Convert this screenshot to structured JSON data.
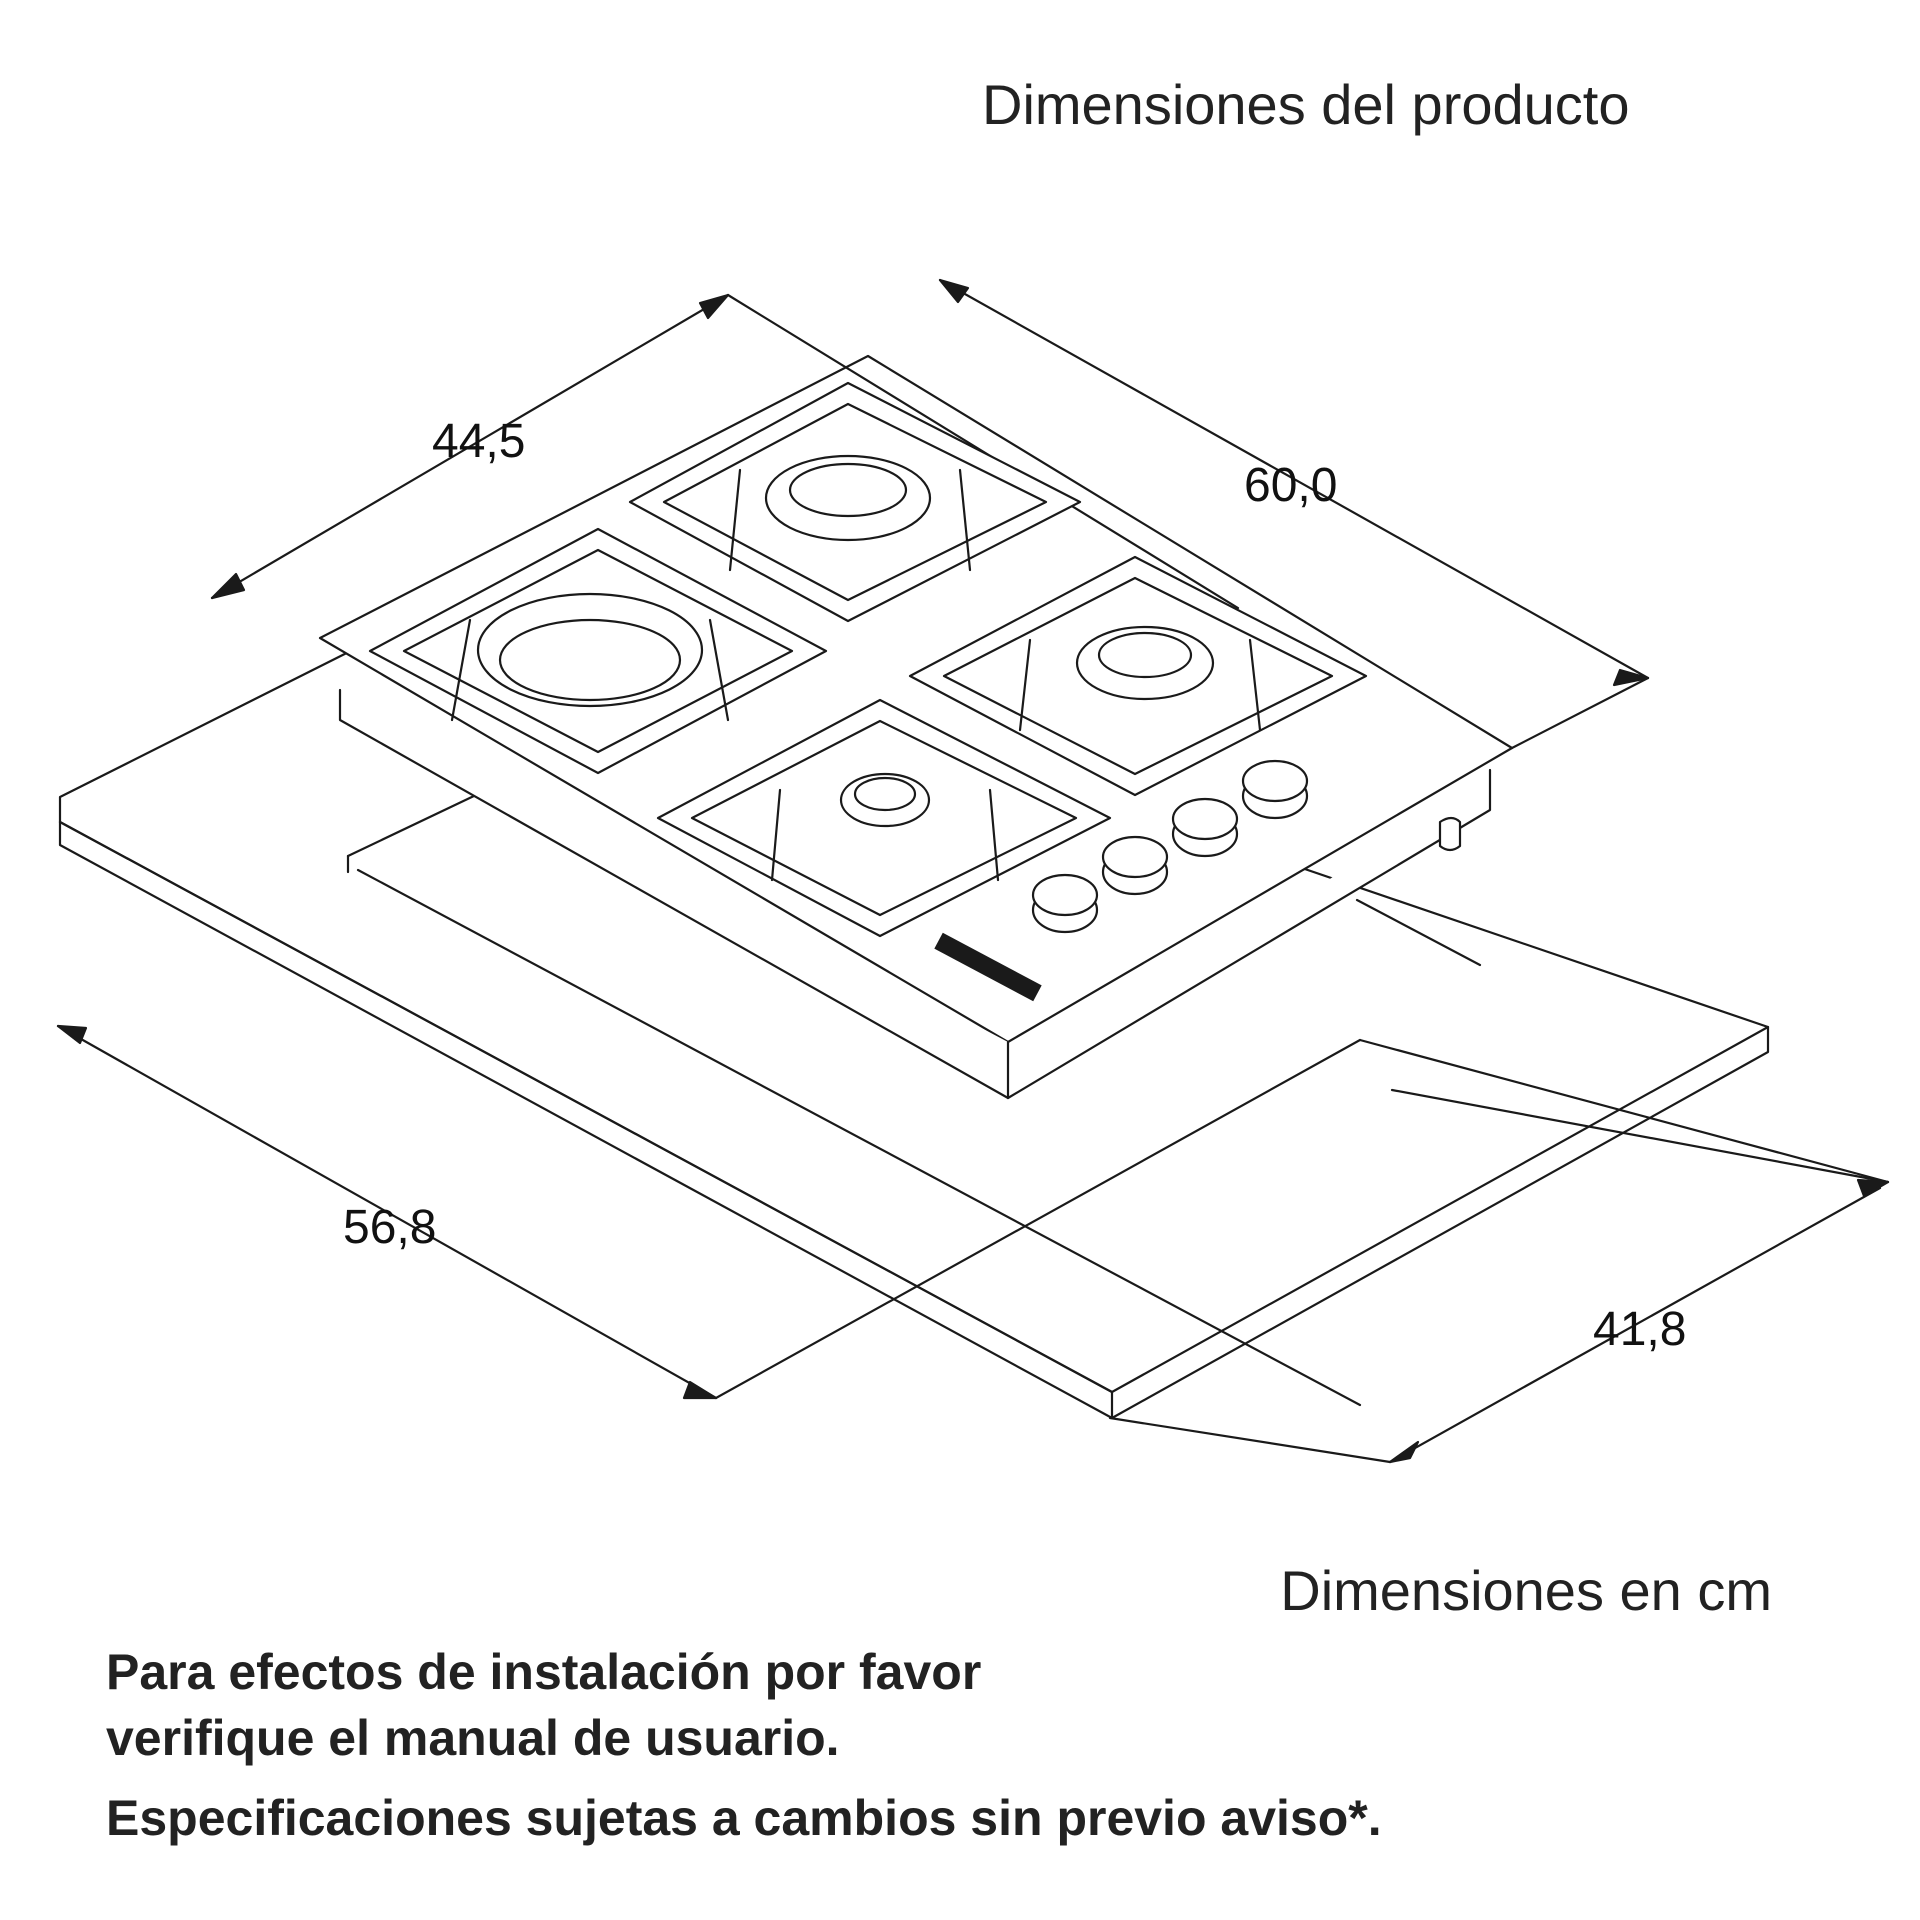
{
  "title": "Dimensiones del producto",
  "units_label": "Dimensiones en cm",
  "dimensions": {
    "hob_depth": "44,5",
    "hob_width": "60,0",
    "cutout_width": "56,8",
    "cutout_depth": "41,8"
  },
  "notes": [
    "Para efectos de instalación por favor",
    "verifique el manual de usuario.",
    "Especificaciones sujetas a cambios sin previo aviso*."
  ],
  "line_color": "#1a1a1a"
}
